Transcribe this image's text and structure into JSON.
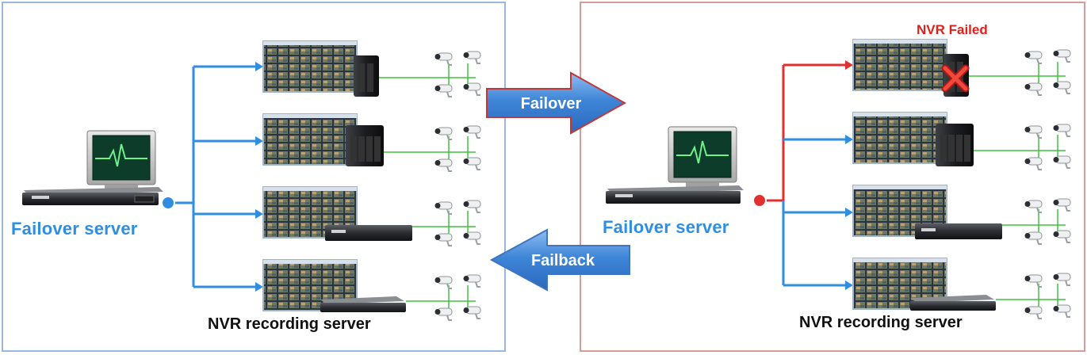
{
  "left_panel": {
    "server_label": "Failover server",
    "nvr_label": "NVR recording server"
  },
  "right_panel": {
    "server_label": "Failover server",
    "nvr_label": "NVR recording server",
    "failed_label": "NVR Failed"
  },
  "arrows": {
    "failover": "Failover",
    "failback": "Failback"
  },
  "colors": {
    "link_blue": "#2f8ee0",
    "link_red": "#e03030",
    "camera_green": "#3fc23f",
    "left_border": "#9ab8de",
    "right_border": "#d69a99"
  }
}
